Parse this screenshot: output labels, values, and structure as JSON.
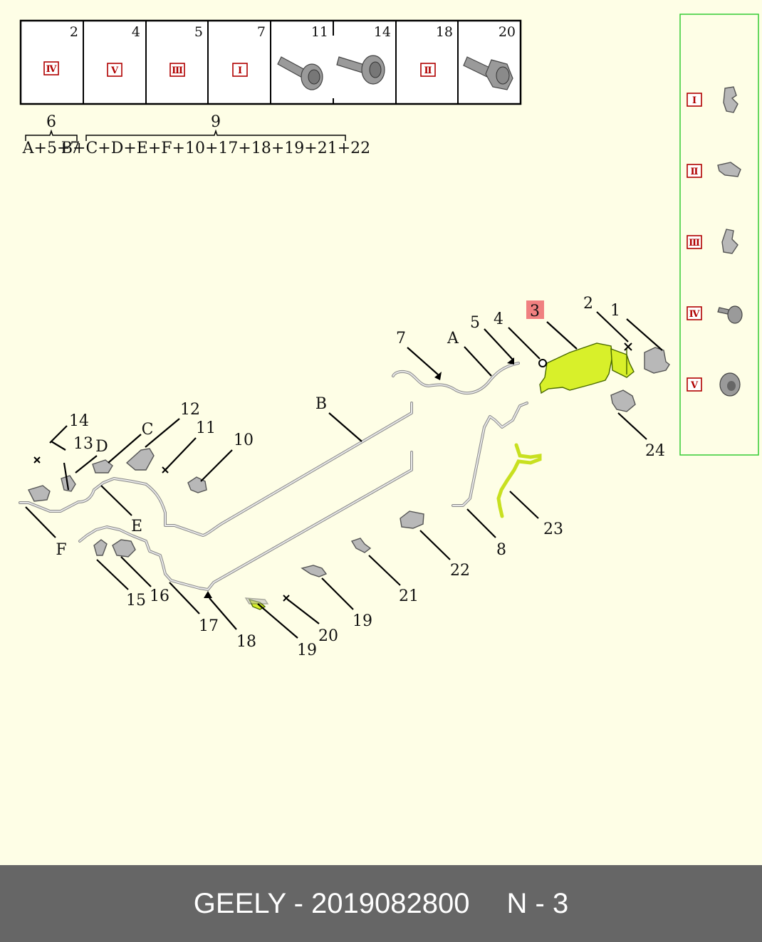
{
  "header_cells": [
    {
      "num": "2",
      "roman": "Ⅳ"
    },
    {
      "num": "4",
      "roman": "Ⅴ"
    },
    {
      "num": "5",
      "roman": "Ⅲ"
    },
    {
      "num": "7",
      "roman": "Ⅰ"
    },
    {
      "num": "11",
      "roman": ""
    },
    {
      "num": "14",
      "roman": ""
    },
    {
      "num": "18",
      "roman": "Ⅱ"
    },
    {
      "num": "20",
      "roman": ""
    }
  ],
  "groups": [
    {
      "num": "6",
      "formula": "A+5+7"
    },
    {
      "num": "9",
      "formula": "B+C+D+E+F+10+17+18+19+21+22"
    }
  ],
  "legend": [
    "Ⅰ",
    "Ⅱ",
    "Ⅲ",
    "Ⅳ",
    "Ⅴ"
  ],
  "callouts": {
    "c1": "1",
    "c2": "2",
    "c3": "3",
    "c4": "4",
    "c5": "5",
    "cA": "A",
    "c7": "7",
    "cB": "B",
    "c24": "24",
    "c23": "23",
    "c8": "8",
    "c22": "22",
    "c21": "21",
    "c19a": "19",
    "c19b": "19",
    "c20": "20",
    "c18": "18",
    "c17": "17",
    "c16": "16",
    "c15": "15",
    "cF": "F",
    "cE": "E",
    "c13": "13",
    "c14": "14",
    "cD": "D",
    "cC": "C",
    "c12": "12",
    "c11": "11",
    "c10": "10"
  },
  "footer": {
    "brand_code": "GEELY - 2019082800",
    "page": "N - 3"
  },
  "colors": {
    "background": "#fefee6",
    "highlight": "#d8f02a",
    "legend_border": "#33cc33",
    "footer": "#666666",
    "callout_badge": "#f08080"
  }
}
